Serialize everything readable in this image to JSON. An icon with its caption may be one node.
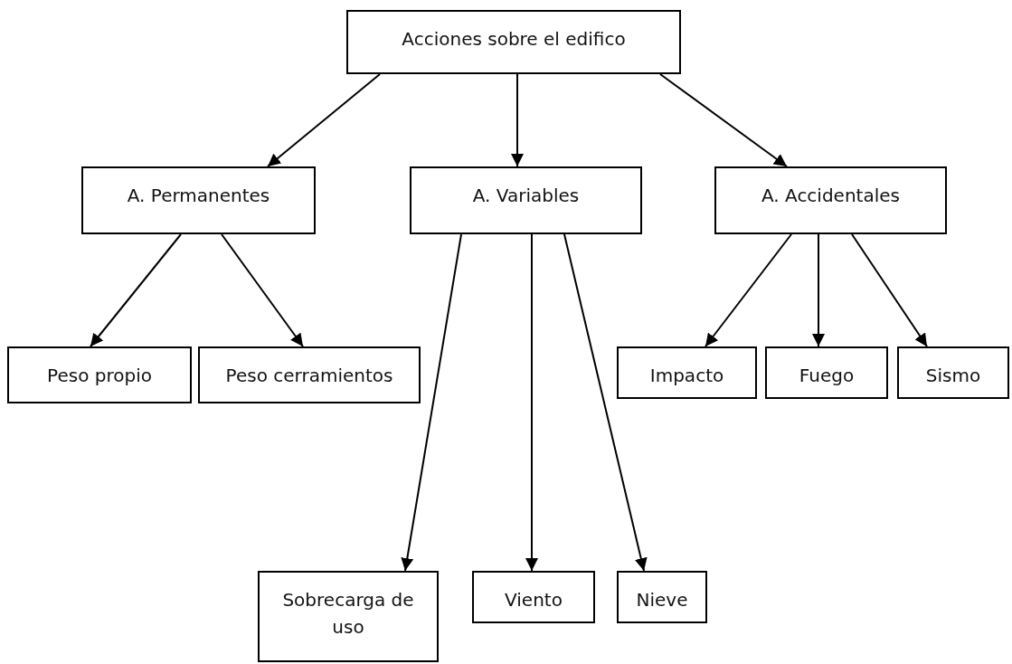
{
  "diagram": {
    "nodes": [
      {
        "text": [
          "Acciones sobre el edifico"
        ]
      },
      {
        "text": [
          "A. Permanentes"
        ]
      },
      {
        "text": [
          "A. Variables"
        ]
      },
      {
        "text": [
          "A. Accidentales"
        ]
      },
      {
        "text": [
          "Peso propio"
        ]
      },
      {
        "text": [
          "Peso cerramientos"
        ]
      },
      {
        "text": [
          "Impacto"
        ]
      },
      {
        "text": [
          "Fuego"
        ]
      },
      {
        "text": [
          "Sismo"
        ]
      },
      {
        "text": [
          "Sobrecarga de uso"
        ]
      },
      {
        "text": [
          "Viento"
        ]
      },
      {
        "text": [
          "Nieve"
        ]
      }
    ],
    "edges": [
      {
        "from": 0,
        "to": 1,
        "arrow": "to"
      },
      {
        "from": 0,
        "to": 2,
        "arrow": "to"
      },
      {
        "from": 0,
        "to": 3,
        "arrow": "to"
      },
      {
        "from": 1,
        "to": 4,
        "arrow": "to"
      },
      {
        "from": 1,
        "to": 5,
        "arrow": "to"
      },
      {
        "from": 2,
        "to": 9,
        "arrow": "to"
      },
      {
        "from": 2,
        "to": 10,
        "arrow": "to"
      },
      {
        "from": 2,
        "to": 11,
        "arrow": "to"
      },
      {
        "from": 3,
        "to": 6,
        "arrow": "to"
      },
      {
        "from": 3,
        "to": 7,
        "arrow": "to"
      },
      {
        "from": 3,
        "to": 8,
        "arrow": "to"
      }
    ]
  }
}
